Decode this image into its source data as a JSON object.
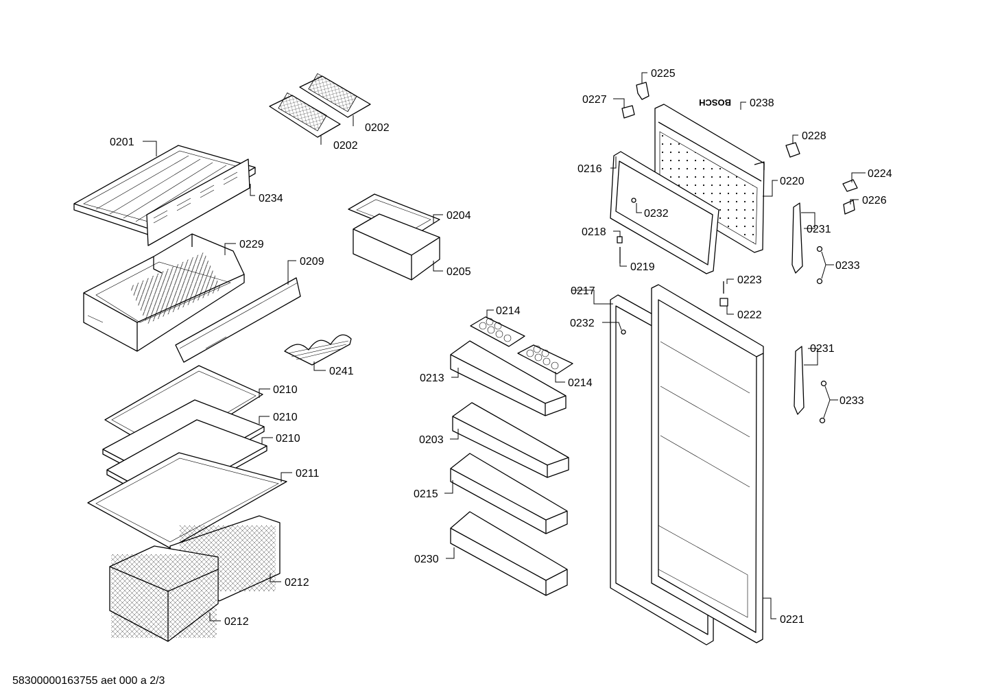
{
  "labels": [
    {
      "id": "0201",
      "text": "0201"
    },
    {
      "id": "0202a",
      "text": "0202"
    },
    {
      "id": "0202b",
      "text": "0202"
    },
    {
      "id": "0234",
      "text": "0234"
    },
    {
      "id": "0229",
      "text": "0229"
    },
    {
      "id": "0209",
      "text": "0209"
    },
    {
      "id": "0204",
      "text": "0204"
    },
    {
      "id": "0205",
      "text": "0205"
    },
    {
      "id": "0241",
      "text": "0241"
    },
    {
      "id": "0210a",
      "text": "0210"
    },
    {
      "id": "0210b",
      "text": "0210"
    },
    {
      "id": "0210c",
      "text": "0210"
    },
    {
      "id": "0211",
      "text": "0211"
    },
    {
      "id": "0212a",
      "text": "0212"
    },
    {
      "id": "0212b",
      "text": "0212"
    },
    {
      "id": "0214a",
      "text": "0214"
    },
    {
      "id": "0214b",
      "text": "0214"
    },
    {
      "id": "0213",
      "text": "0213"
    },
    {
      "id": "0203",
      "text": "0203"
    },
    {
      "id": "0215",
      "text": "0215"
    },
    {
      "id": "0230",
      "text": "0230"
    },
    {
      "id": "0225",
      "text": "0225"
    },
    {
      "id": "0227",
      "text": "0227"
    },
    {
      "id": "0238",
      "text": "0238"
    },
    {
      "id": "0228",
      "text": "0228"
    },
    {
      "id": "0216",
      "text": "0216"
    },
    {
      "id": "0220",
      "text": "0220"
    },
    {
      "id": "0224",
      "text": "0224"
    },
    {
      "id": "0226",
      "text": "0226"
    },
    {
      "id": "0232a",
      "text": "0232"
    },
    {
      "id": "0231a",
      "text": "0231"
    },
    {
      "id": "0218",
      "text": "0218"
    },
    {
      "id": "0233a",
      "text": "0233"
    },
    {
      "id": "0219",
      "text": "0219"
    },
    {
      "id": "0223",
      "text": "0223"
    },
    {
      "id": "0217",
      "text": "0217"
    },
    {
      "id": "0222",
      "text": "0222"
    },
    {
      "id": "0232b",
      "text": "0232"
    },
    {
      "id": "0231b",
      "text": "0231"
    },
    {
      "id": "0233b",
      "text": "0233"
    },
    {
      "id": "0221",
      "text": "0221"
    }
  ],
  "brand_mark": "BOSCH",
  "footer": "58300000163755 aet 000 a 2/3"
}
